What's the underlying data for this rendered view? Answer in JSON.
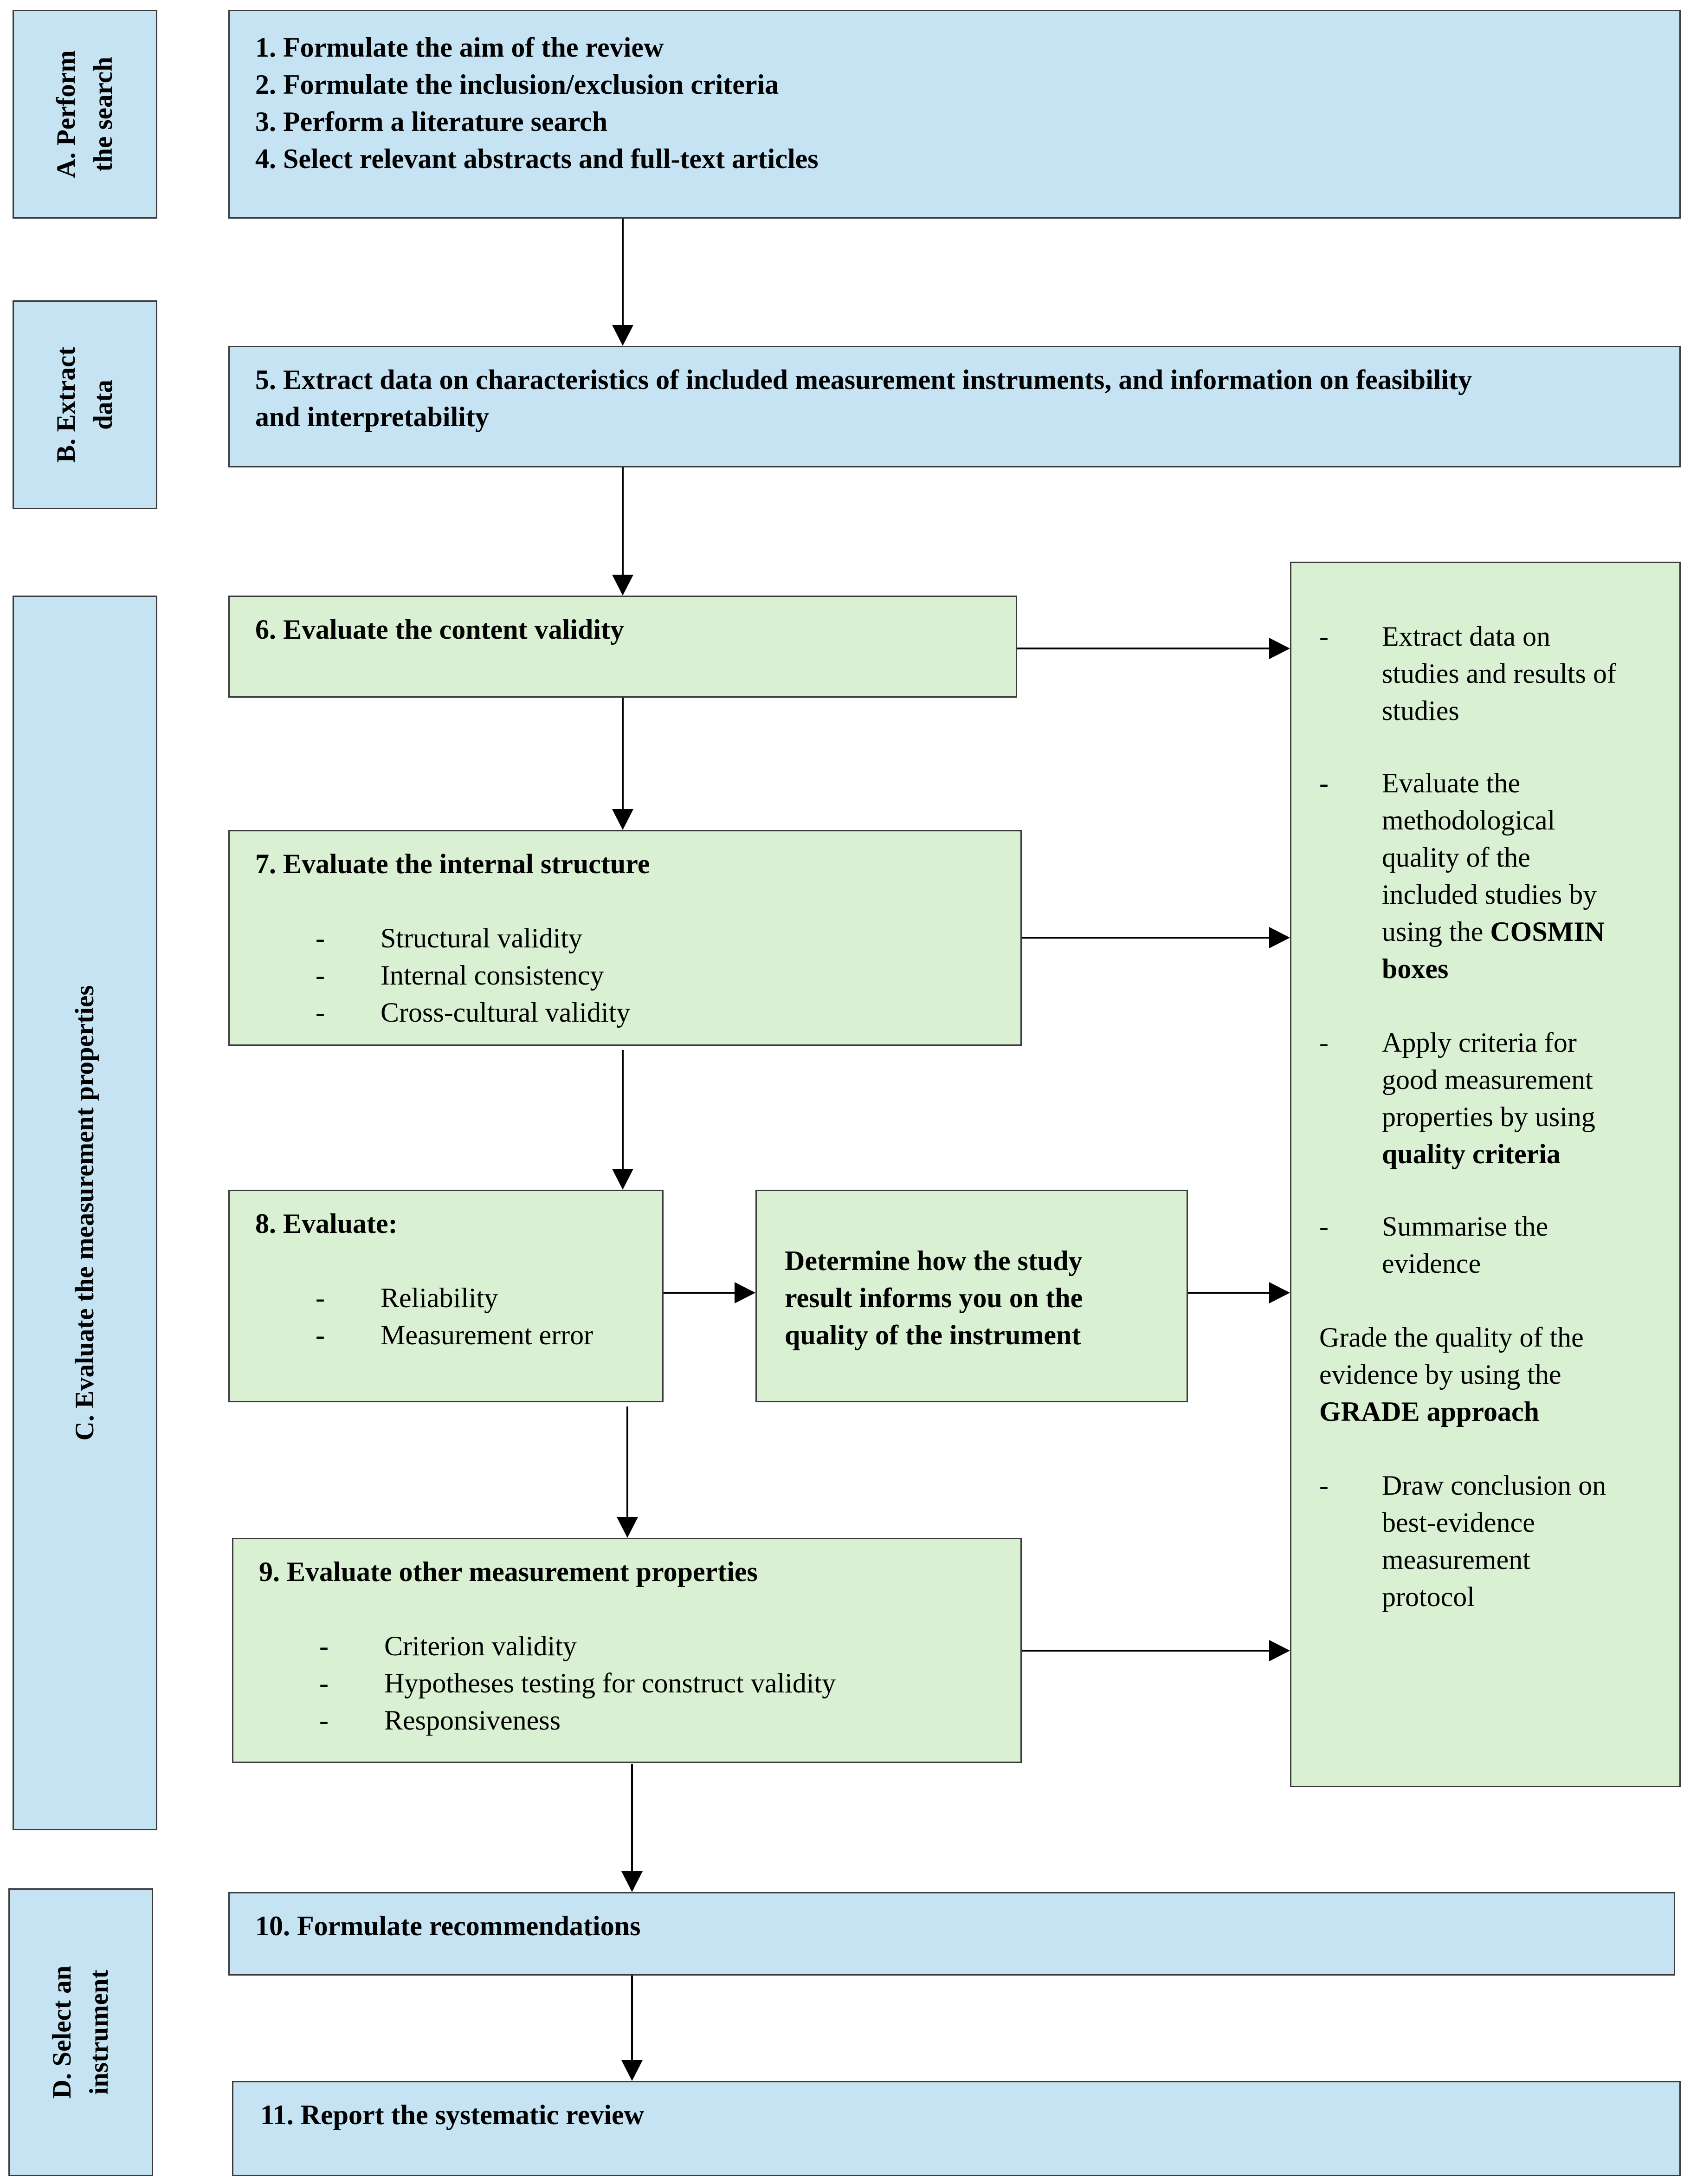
{
  "phases": {
    "a": {
      "line1": "A. Perform",
      "line2": "the search"
    },
    "b": {
      "line1": "B. Extract",
      "line2": "data"
    },
    "c": {
      "line1": "C. Evaluate the measurement properties"
    },
    "d": {
      "line1": "D. Select an",
      "line2": "instrument"
    }
  },
  "search_box": {
    "steps": [
      "1. Formulate the aim of the review",
      "2. Formulate the inclusion/exclusion criteria",
      "3. Perform a literature search",
      "4. Select relevant abstracts and full-text articles"
    ]
  },
  "extract_box": {
    "line1": "5. Extract data on characteristics of included measurement instruments, and information on feasibility",
    "line2": "and interpretability"
  },
  "content_validity": {
    "title": "6. Evaluate the content validity"
  },
  "internal_structure": {
    "title": "7. Evaluate the internal structure",
    "items": [
      "Structural validity",
      "Internal consistency",
      "Cross-cultural validity"
    ]
  },
  "evaluate_8": {
    "title": "8. Evaluate:",
    "items": [
      "Reliability",
      "Measurement error"
    ]
  },
  "determine_box": {
    "line1": "Determine how the study",
    "line2": "result informs you on the",
    "line3": "quality of the instrument"
  },
  "other_properties": {
    "title": "9. Evaluate other measurement properties",
    "items": [
      "Criterion validity",
      "Hypotheses testing for construct validity",
      "Responsiveness"
    ]
  },
  "right_panel": {
    "extract": {
      "l1": "Extract data on",
      "l2": "studies and results of",
      "l3": "studies"
    },
    "methodological": {
      "l1": "Evaluate the",
      "l2": "methodological",
      "l3": "quality of the",
      "l4": "included studies by",
      "l5": "using the ",
      "l5_bold": "COSMIN",
      "l6_bold": "boxes"
    },
    "criteria": {
      "l1": "Apply criteria for",
      "l2": "good measurement",
      "l3": "properties by using",
      "l4_bold": "quality criteria"
    },
    "summarise": {
      "l1": "Summarise the",
      "l2": "evidence"
    },
    "grade": {
      "l1": "Grade the quality of the",
      "l2": "evidence by using the",
      "l3_bold": "GRADE approach"
    },
    "conclusion": {
      "l1": "Draw conclusion on",
      "l2": "best-evidence",
      "l3": "measurement",
      "l4": "protocol"
    }
  },
  "recommendations": {
    "title": "10. Formulate recommendations"
  },
  "report": {
    "title": "11. Report the systematic review"
  },
  "colors": {
    "phase_fill": "#c5e3f2",
    "evaluation_fill": "#daf0d3",
    "border": "#3b3b3b",
    "arrow": "#000000"
  }
}
